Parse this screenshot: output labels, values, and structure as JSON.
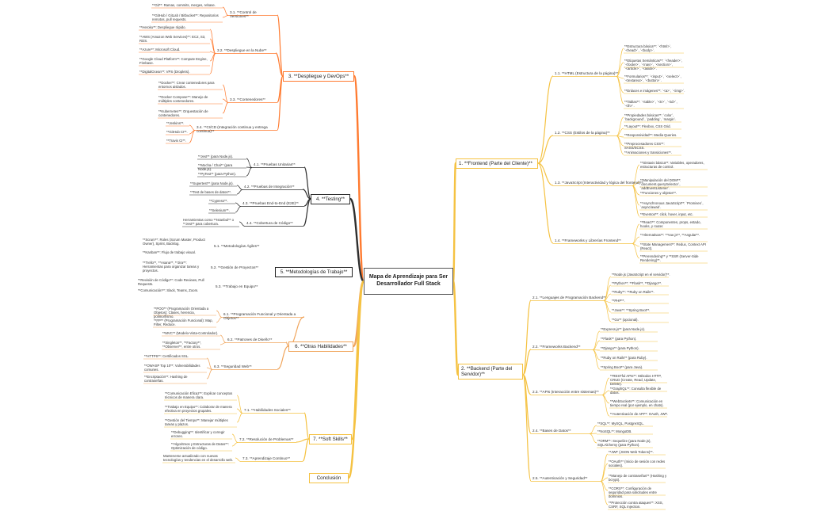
{
  "root": {
    "label": "Mapa de Aprendizaje para Ser Desarrollador Full Stack"
  },
  "colors": {
    "frontend": "#f5c242",
    "backend": "#f5c242",
    "devops": "#ff7a2f",
    "testing": "#2e2e2e",
    "methodologies": "#a0522d",
    "other": "#f0a55c",
    "soft": "#f5c242",
    "conclusion": "#f5c242"
  },
  "right": {
    "frontend": {
      "label": "1. **Frontend (Parte del Cliente)**",
      "sections": [
        {
          "label": "1.1. **HTML (Estructura de la página)**",
          "items": [
            "**Estructura básica**: `<html>`, `<head>`, `<body>`.",
            "**Etiquetas Semánticas**: `<header>`, `<footer>`, `<nav>`, `<section>`, `<article>`, `<aside>`.",
            "**Formularios**: `<input>`, `<select>`, `<textarea>`, `<button>`.",
            "**Enlaces e imágenes**: `<a>`, `<img>`.",
            "**Tablas**: `<table>`, `<tr>`, `<td>`, `<th>`."
          ]
        },
        {
          "label": "1.2. **CSS (Estilos de la página)**",
          "items": [
            "**Propiedades básicas**: `color`, `background`, `padding`, `margin`.",
            "**Layout**: Flexbox, CSS Grid.",
            "**Responsividad**: Media Queries.",
            "**Preprocesadores CSS**: SASS/SCSS.",
            "**Animaciones y transiciones**."
          ]
        },
        {
          "label": "1.3. **JavaScript (Interactividad y lógica del frontend)**",
          "items": [
            "**Sintaxis básica**: Variables, operadores, estructuras de control.",
            "**Manipulación del DOM**: `document.querySelector`, `addEventListener`.",
            "**Funciones y objetos**.",
            "**Asynchronous JavaScript**: `Promises`, `async/await`.",
            "**Eventos**: click, hover, input, etc."
          ]
        },
        {
          "label": "1.4. **Frameworks y Librerías Frontend**",
          "items": [
            "**React**: Componentes, props, estado, hooks, y router.",
            "**Alternativas**: **Vue.js**, **Angular**.",
            "**State Management**: Redux, Context API (React).",
            "**Prerendering** y **SSR (Server-Side Rendering)**."
          ]
        }
      ]
    },
    "backend": {
      "label": "2. **Backend (Parte del Servidor)**",
      "sections": [
        {
          "label": "2.1. **Lenguajes de Programación Backend**",
          "items": [
            "**Node.js (JavaScript en el servidor)**.",
            "**Python**: **Flask**, **Django**.",
            "**Ruby**: **Ruby on Rails**.",
            "**PHP**.",
            "**Java**: **Spring Boot**.",
            "**Go** (opcional)."
          ]
        },
        {
          "label": "2.2. **Frameworks Backend**",
          "items": [
            "**Express.js** (para Node.js).",
            "**Flask** (para Python).",
            "**Django** (para Python).",
            "**Ruby on Rails** (para Ruby).",
            "**Spring Boot** (para Java)."
          ]
        },
        {
          "label": "2.3. **APIs (Interacción entre sistemas)**",
          "items": [
            "**RESTful APIs**: Métodos HTTP, CRUD (Create, Read, Update, Delete).",
            "**GraphQL**: Consulta flexible de datos.",
            "**WebSockets**: Comunicación en tiempo real (por ejemplo, en chats).",
            "**Autenticación de API**: OAuth, JWT."
          ]
        },
        {
          "label": "2.4. **Bases de Datos**",
          "items": [
            "**SQL**: MySQL, PostgreSQL.",
            "**NoSQL**: MongoDB.",
            "**ORM**: Sequelize (para Node.js), SQLAlchemy (para Python)."
          ]
        },
        {
          "label": "2.5. **Autenticación y Seguridad**",
          "items": [
            "**JWT (JSON Web Tokens)**.",
            "**OAuth** (Inicio de sesión con redes sociales).",
            "**Manejo de contraseñas** (Hashing y bcrypt).",
            "**CORS**: Configuración de seguridad para solicitudes entre dominios.",
            "**Protección contra ataques**: XSS, CSRF, SQL Injection."
          ]
        }
      ]
    }
  },
  "left": {
    "devops": {
      "label": "3. **Despliegue y DevOps**",
      "sections": [
        {
          "label": "3.1. **Control de Versiones**",
          "items": [
            "**Git**: Ramas, commits, merges, rebase.",
            "**GitHub / GitLab / Bitbucket**: Repositorios remotos, pull requests."
          ]
        },
        {
          "label": "3.2. **Despliegue en la Nube**",
          "items": [
            "**Heroku**: Despliegue rápido.",
            "**AWS (Amazon Web Services)**: EC2, S3, RDS.",
            "**Azure**: Microsoft Cloud.",
            "**Google Cloud Platform**: Compute Engine, Firebase.",
            "**DigitalOcean**: VPS (Droplets)."
          ]
        },
        {
          "label": "3.3. **Contenedores**",
          "items": [
            "**Docker**: Crear contenedores para entornos aislados.",
            "**Docker Compose**: Manejo de múltiples contenedores.",
            "**Kubernetes**: Orquestación de contenedores."
          ]
        },
        {
          "label": "3.4. **CI/CD (Integración continua y entrega continua)**",
          "items": [
            "**Jenkins**.",
            "**GitHub CI**.",
            "**Travis CI**."
          ]
        }
      ]
    },
    "testing": {
      "label": "4. **Testing**",
      "sections": [
        {
          "label": "4.1. **Pruebas Unitarias**",
          "items": [
            "**Jest** (para Node.js).",
            "**Mocha / Chai** (para Node.js).",
            "**PyTest** (para Python)."
          ]
        },
        {
          "label": "4.2. **Pruebas de Integración**",
          "items": [
            "**Supertest** (para Node.js).",
            "**Test de bases de datos**."
          ]
        },
        {
          "label": "4.3. **Pruebas End-to-End (E2E)**",
          "items": [
            "**Cypress**.",
            "**Selenium**."
          ]
        },
        {
          "label": "4.4. **Cobertura de Código**",
          "items": [
            "Herramientas como **Istanbul** o **Jest** para cobertura."
          ]
        }
      ]
    },
    "methods": {
      "label": "5. **Metodologías de Trabajo**",
      "sections": [
        {
          "label": "5.1. **Metodologías Ágiles**",
          "items": [
            "**Scrum**: Roles (Scrum Master, Product Owner), Sprint, Backlog.",
            "**Kanban**: Flujo de trabajo visual."
          ]
        },
        {
          "label": "5.2. **Gestión de Proyectos**",
          "items": [
            "**Trello**, **Asana**, **Jira**: Herramientas para organizar tareas y proyectos."
          ]
        },
        {
          "label": "5.3. **Trabajo en Equipo**",
          "items": [
            "**Revisión de Código**: Code Reviews, Pull Requests.",
            "**Comunicación**: Slack, Teams, Zoom."
          ]
        }
      ]
    },
    "other": {
      "label": "6. **Otras Habilidades**",
      "sections": [
        {
          "label": "6.1. **Programación Funcional y Orientada a Objetos**",
          "items": [
            "**POO** (Programación Orientada a Objetos): Clases, herencia, polimorfismo.",
            "**FP** (Programación Funcional): Map, Filter, Reduce."
          ]
        },
        {
          "label": "6.2. **Patrones de Diseño**",
          "items": [
            "**MVC** (Modelo-Vista-Controlador).",
            "**Singleton**, **Factory**, **Observer**, entre otros."
          ]
        },
        {
          "label": "6.3. **Seguridad Web**",
          "items": [
            "**HTTPS**: Certificados SSL.",
            "**OWASP Top 10**: Vulnerabilidades comunes.",
            "**Encriptación**: Hashing de contraseñas."
          ]
        }
      ]
    },
    "soft": {
      "label": "7. **Soft Skills**",
      "sections": [
        {
          "label": "7.1. **Habilidades Sociales**",
          "items": [
            "**Comunicación Eficaz**: Explicar conceptos técnicos de manera clara.",
            "**Trabajo en Equipo**: Colaborar de manera efectiva en proyectos grupales.",
            "**Gestión del Tiempo**: Manejar múltiples tareas y plazos."
          ]
        },
        {
          "label": "7.2. **Resolución de Problemas**",
          "items": [
            "**Debugging**: Identificar y corregir errores.",
            "**Algoritmos y Estructuras de Datos**: Optimización de código."
          ]
        },
        {
          "label": "7.3. **Aprendizaje Continuo**",
          "items": [
            "Mantenerse actualizado con nuevas tecnologías y tendencias en el desarrollo web."
          ]
        }
      ]
    },
    "conclusion": {
      "label": "Conclusión"
    }
  }
}
